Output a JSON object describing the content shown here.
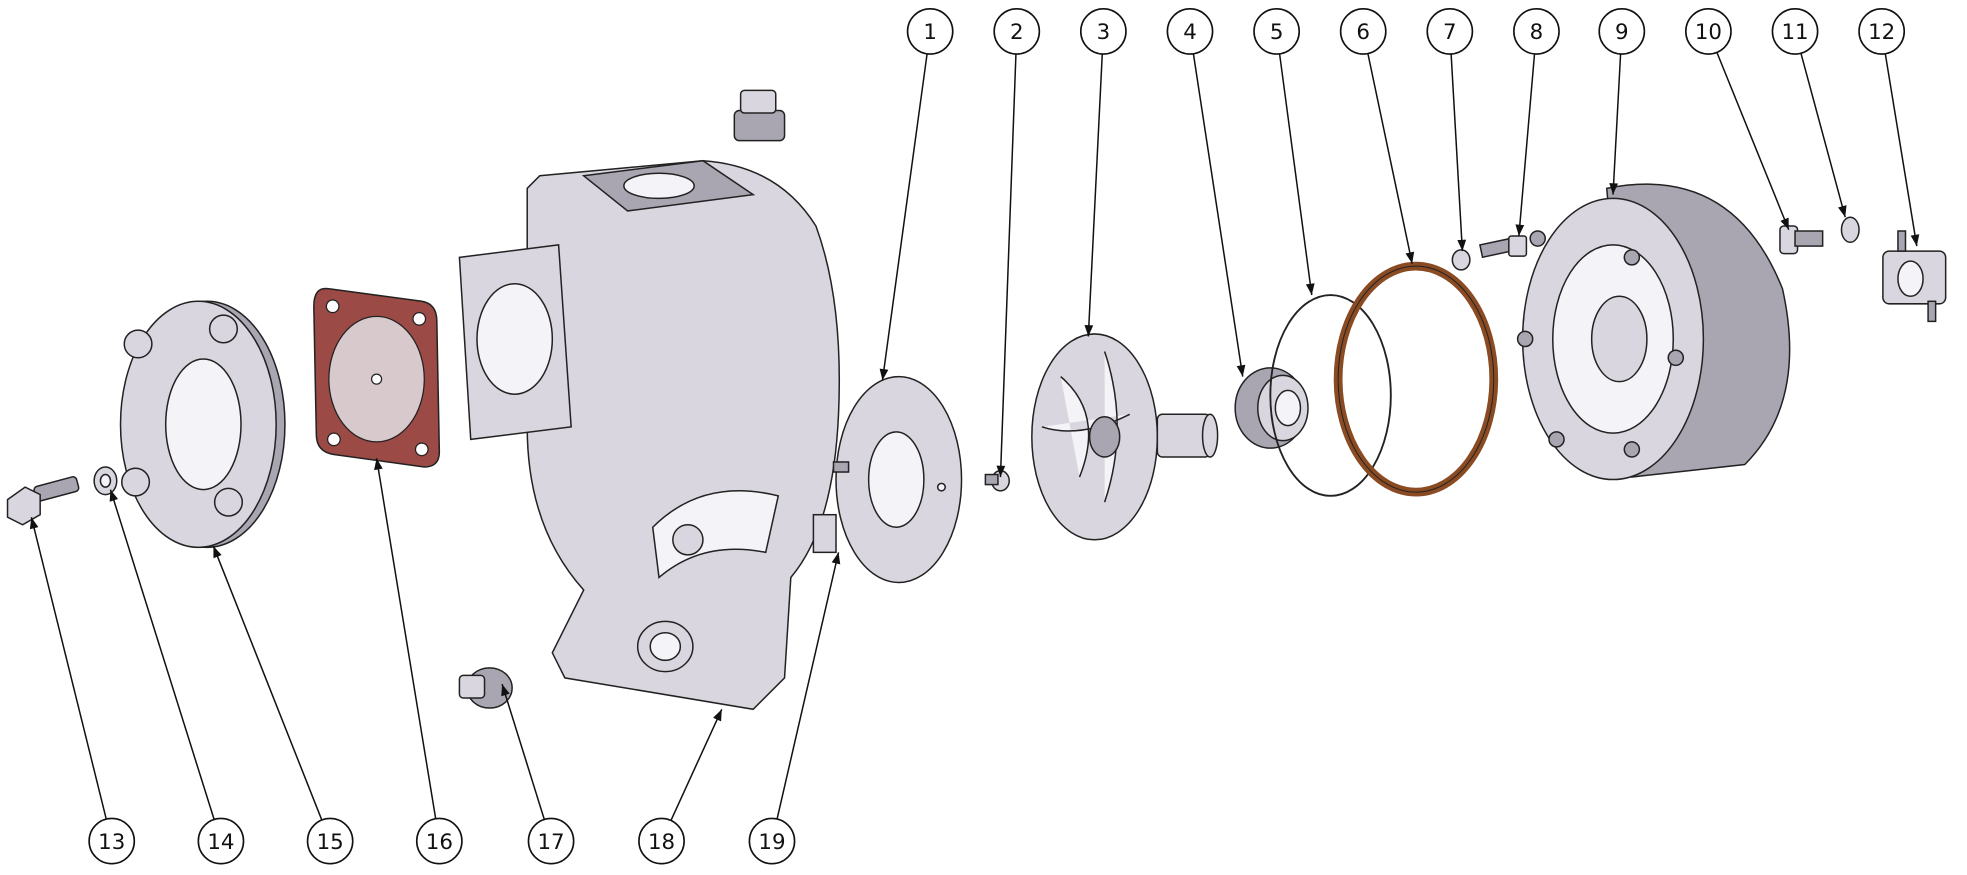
{
  "title": "Pump exploded view",
  "colors": {
    "gasket_red": "#9b4a45",
    "gasket_brown": "#8a4a22",
    "metal": "#d9d6df"
  },
  "balloons": [
    {
      "label": "1"
    },
    {
      "label": "2"
    },
    {
      "label": "3"
    },
    {
      "label": "4"
    },
    {
      "label": "5"
    },
    {
      "label": "6"
    },
    {
      "label": "7"
    },
    {
      "label": "8"
    },
    {
      "label": "9"
    },
    {
      "label": "10"
    },
    {
      "label": "11"
    },
    {
      "label": "12"
    },
    {
      "label": "13"
    },
    {
      "label": "14"
    },
    {
      "label": "15"
    },
    {
      "label": "16"
    },
    {
      "label": "17"
    },
    {
      "label": "18"
    },
    {
      "label": "19"
    }
  ]
}
